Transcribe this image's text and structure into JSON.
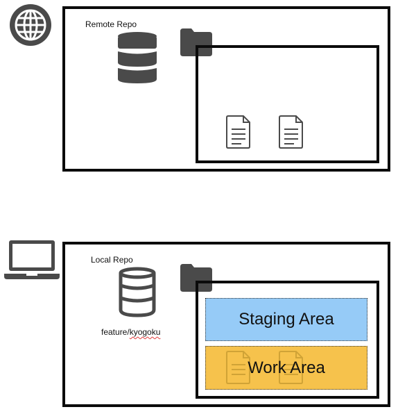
{
  "remote": {
    "title": "Remote Repo",
    "icons": {
      "network": "globe-icon",
      "storage": "database-icon",
      "folder": "folder-icon",
      "files": [
        "document-icon",
        "document-icon"
      ]
    }
  },
  "local": {
    "title": "Local Repo",
    "branch_prefix": "feature/",
    "branch_name": "kyogoku",
    "icons": {
      "device": "laptop-icon",
      "storage": "database-outline-icon",
      "folder": "folder-icon",
      "files": [
        "document-icon",
        "document-icon"
      ]
    },
    "staging_label": "Staging Area",
    "work_label": "Work Area"
  },
  "colors": {
    "icon_dark": "#4a4a4a",
    "staging_fill": "#96cbf7",
    "work_fill": "#f6c24c",
    "border": "#0b0b0b"
  }
}
